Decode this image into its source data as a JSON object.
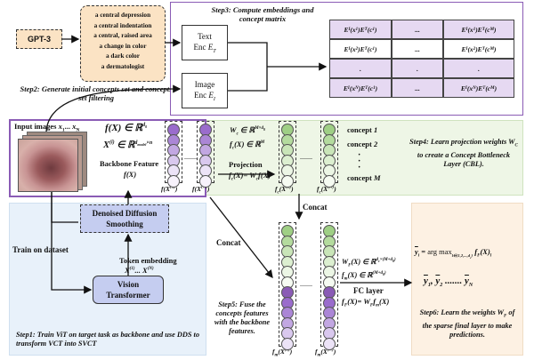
{
  "gpt3": "GPT-3",
  "concepts_initial": [
    "a central depression",
    "a central indentation",
    "a central, raised area",
    "a change in color",
    "a dark color",
    "a dermatologist"
  ],
  "step2": "Step2: Generate initial concepts set and concepts set filtering",
  "step3": "Step3: Compute embeddings and concept matrix",
  "text_enc": [
    "Text",
    "Enc E_T"
  ],
  "image_enc": [
    "Image",
    "Enc E_I"
  ],
  "matrix": {
    "row1": [
      "E_I(x_1)E_T(c_1)",
      "...",
      "E_I(x_1)E_T(c_M)"
    ],
    "row2": [
      "E_I(x_2)E_T(c_1)",
      "...",
      "E_I(x_2)E_T(c_M)"
    ],
    "row3": [
      ".",
      ".",
      "."
    ],
    "row4": [
      "E_I(x_N)E_T(c_1)",
      "...",
      "E_I(x_N)E_T(c_M)"
    ]
  },
  "input_images": "Input images x_1... x_N",
  "f_x": "f(X) ∈ ℝ^{d_0}",
  "x_i": "X^{(i)} ∈ ℝ^{d_model × n}",
  "backbone": "Backbone Feature",
  "backbone_fx": "f(X)",
  "col_labels_top": [
    "f(X^(1))",
    "f(X^(N))"
  ],
  "wc": "W_c ∈ ℝ^{M×d_0}",
  "fc": "f_c(X) ∈ ℝ^M",
  "projection": "Projection",
  "fc_eq": "f_c(X)= W_c f(X)",
  "concept_col_labels": [
    "f_c(X^(1))",
    "f_c(X^(N))"
  ],
  "concepts": [
    "concept 1",
    "concept 2",
    "·",
    "·",
    "·",
    "concept M"
  ],
  "step4": "Step4: Learn projection weights W_C to create a Concept Bottleneck Layer (CBL).",
  "dds": [
    "Denoised Diffusion",
    "Smoothing"
  ],
  "train": "Train on dataset",
  "token_embedding": "Token embedding",
  "token_x": "X^(1)... X^(N)",
  "vit": [
    "Vision",
    "Transformer"
  ],
  "step1": "Step1: Train ViT on target task as backbone and use DDS to transform VCT into SVCT",
  "concat_top": "Concat",
  "concat_left": "Concat",
  "wf": "W_F(X) ∈ ℝ^{d_c×(M+d_0)}",
  "fm": "f_m(X) ∈ ℝ^{(M+d_0)}",
  "fc_layer": "FC layer",
  "ff_eq": "f_F(X)= W_F f_m(X)",
  "fm_labels": [
    "f_m(X^(1))",
    "f_m(X^(N))"
  ],
  "step5": "Step5: Fuse the concepts features with the backbone features.",
  "argmax": "ȳ_i = arg max_{l∈{1,2,...,d_c}} f_F(X)_l",
  "outputs": "ȳ_1, ȳ_2 ....... ȳ_N",
  "step6": "Step6: Learn the weights W_F of the sparse final layer to make predictions.",
  "colors": {
    "purple_border": "#8a5bb5",
    "green_bg": "#eef6e6",
    "blue_bg": "#e8f1fa",
    "peach_bg": "#fdf1e3",
    "concept_green": "#b7d9a1",
    "feature_purple": "#9a6ccc"
  }
}
